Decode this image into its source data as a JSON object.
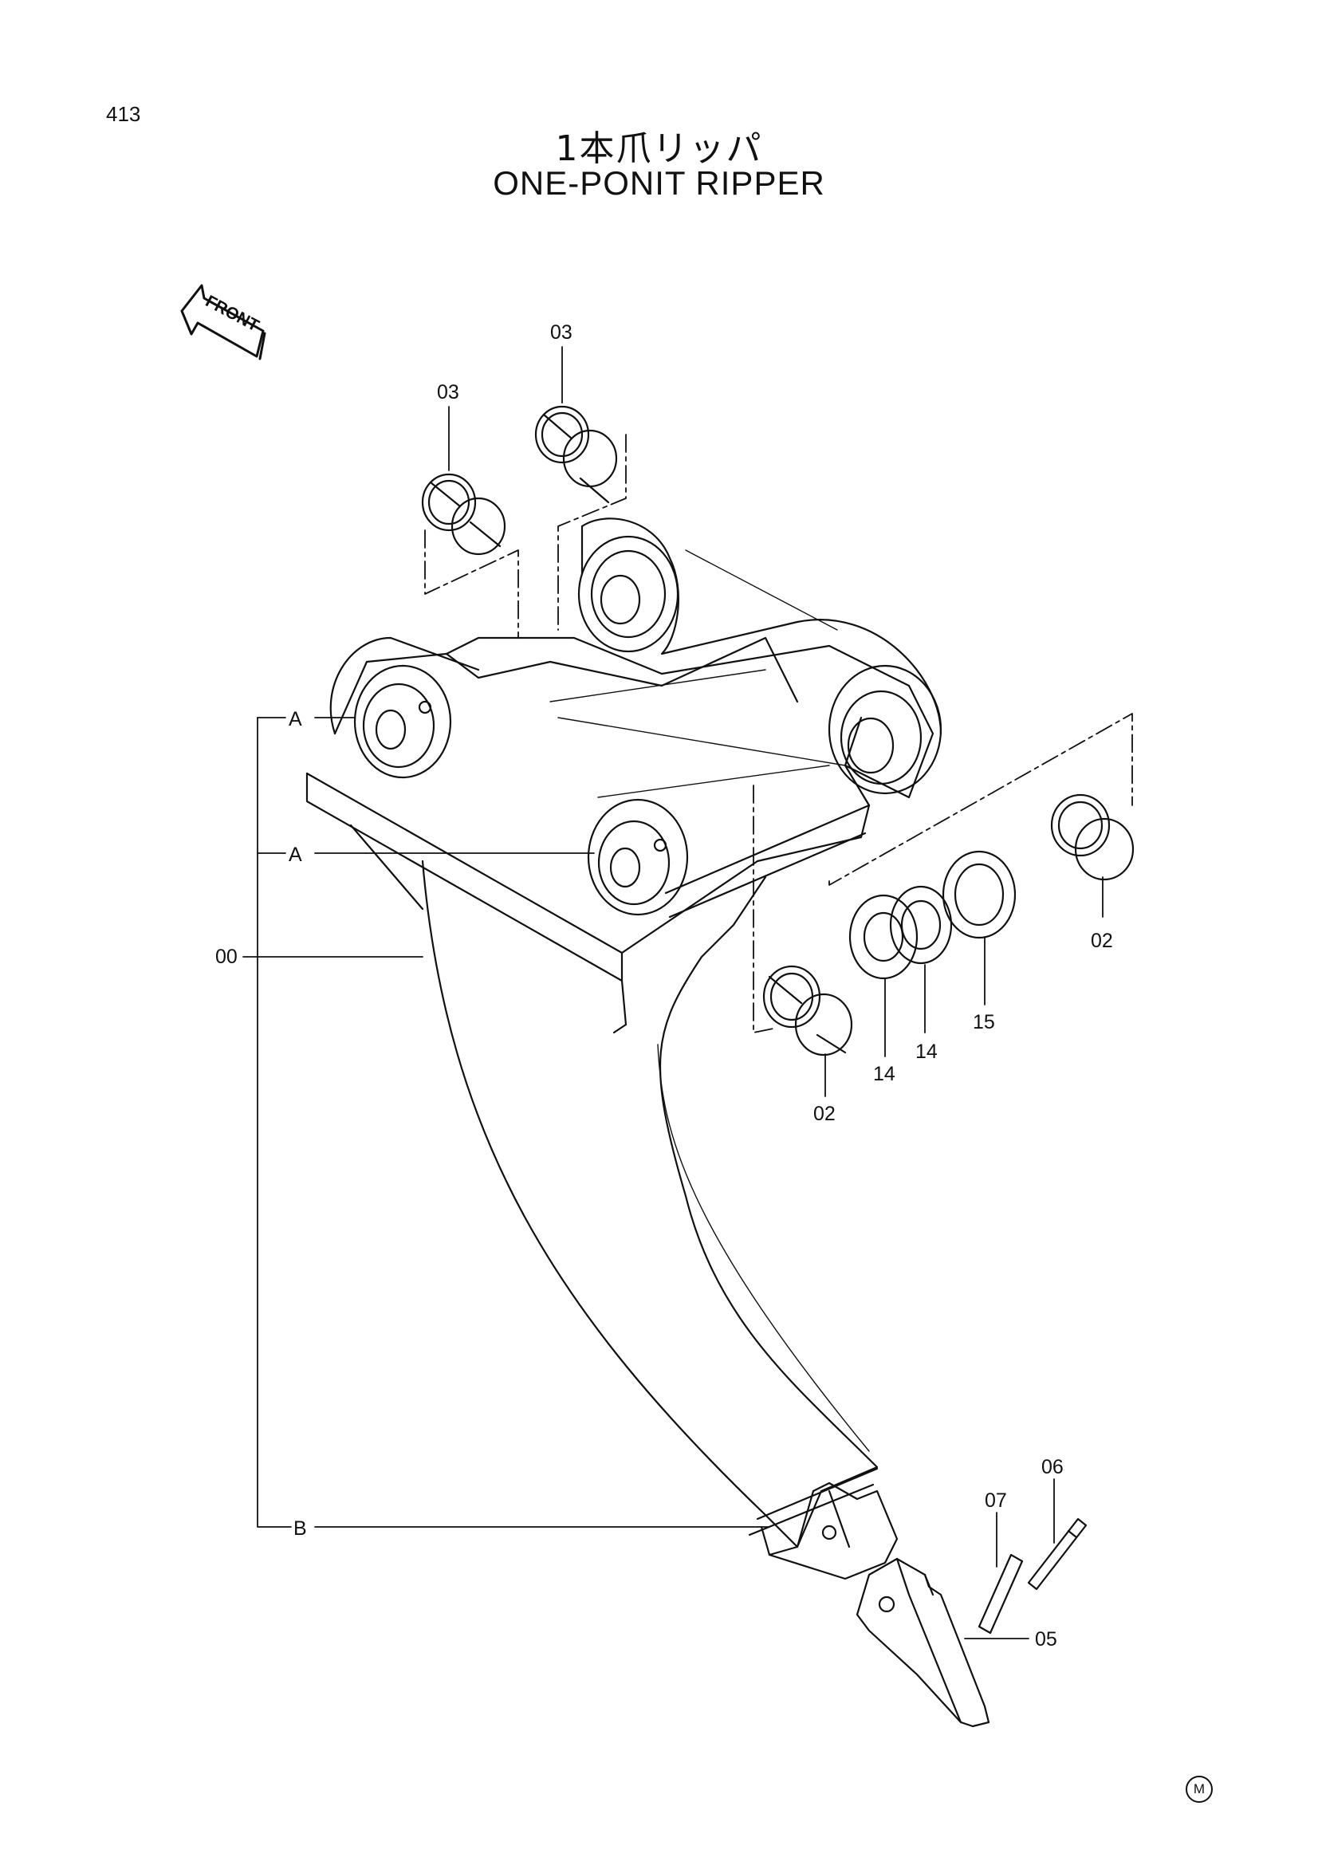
{
  "page_number": "413",
  "title_jp": "1本爪リッパ",
  "title_en": "ONE-PONIT RIPPER",
  "front_label": "FRONT",
  "callouts": {
    "bushing_03_left": "03",
    "bushing_03_right": "03",
    "bracket_00": "00",
    "bushing_02_front": "02",
    "bushing_02_rear": "02",
    "shim_14_a": "14",
    "shim_14_b": "14",
    "seal_15": "15",
    "pin_06": "06",
    "lock_07": "07",
    "point_05": "05"
  },
  "section_labels": {
    "a_top": "A",
    "a_bottom": "A",
    "b": "B"
  },
  "corner_mark": "M"
}
